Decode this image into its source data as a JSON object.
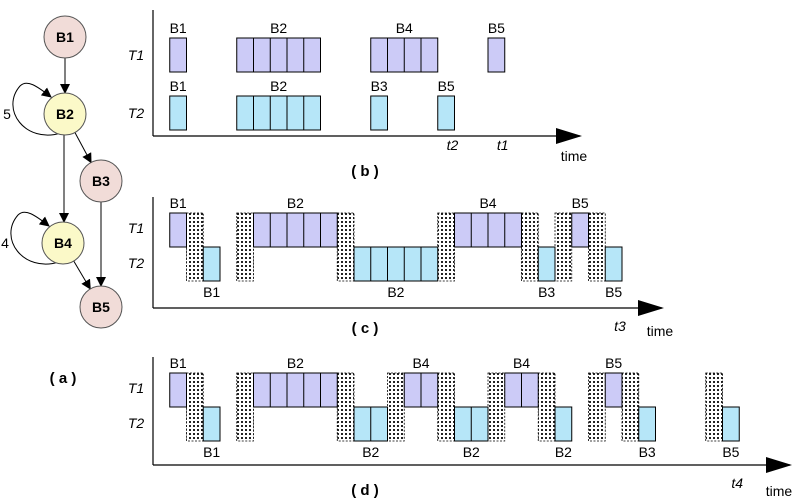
{
  "colors": {
    "t1_fill": "#cccbf7",
    "t2_fill": "#b6e6f8",
    "node_pink": "#f1dcd8",
    "node_yellow": "#fbf9c8",
    "stroke": "#000000"
  },
  "cfg": {
    "caption": "( a )",
    "nodes": [
      {
        "id": "B1",
        "label": "B1",
        "color": "pink"
      },
      {
        "id": "B2",
        "label": "B2",
        "color": "yellow"
      },
      {
        "id": "B3",
        "label": "B3",
        "color": "pink"
      },
      {
        "id": "B4",
        "label": "B4",
        "color": "yellow"
      },
      {
        "id": "B5",
        "label": "B5",
        "color": "pink"
      }
    ],
    "edges": [
      {
        "from": "B1",
        "to": "B2"
      },
      {
        "from": "B2",
        "to": "B2",
        "label": "5"
      },
      {
        "from": "B2",
        "to": "B3"
      },
      {
        "from": "B2",
        "to": "B4"
      },
      {
        "from": "B4",
        "to": "B4",
        "label": "4"
      },
      {
        "from": "B4",
        "to": "B5"
      },
      {
        "from": "B3",
        "to": "B5"
      }
    ]
  },
  "panels": [
    {
      "id": "b",
      "caption": "( b )",
      "row_labels": [
        "T1",
        "T2"
      ],
      "axis_label": "time",
      "markers": [
        {
          "label": "t2",
          "at": 17
        },
        {
          "label": "t1",
          "at": 20
        }
      ],
      "blocks": [
        {
          "row": "T1",
          "label": "B1",
          "start": 1,
          "units": 1
        },
        {
          "row": "T1",
          "label": "B2",
          "start": 5,
          "units": 5
        },
        {
          "row": "T1",
          "label": "B4",
          "start": 13,
          "units": 4
        },
        {
          "row": "T1",
          "label": "B5",
          "start": 20,
          "units": 1
        },
        {
          "row": "T2",
          "label": "B1",
          "start": 1,
          "units": 1
        },
        {
          "row": "T2",
          "label": "B2",
          "start": 5,
          "units": 5
        },
        {
          "row": "T2",
          "label": "B3",
          "start": 13,
          "units": 1
        },
        {
          "row": "T2",
          "label": "B5",
          "start": 17,
          "units": 1
        }
      ],
      "switches": []
    },
    {
      "id": "c",
      "caption": "( c )",
      "row_labels": [
        "T1",
        "T2"
      ],
      "axis_label": "time",
      "markers": [
        {
          "label": "t3",
          "at": 27
        }
      ],
      "blocks": [
        {
          "row": "T1",
          "label": "B1",
          "start": 1,
          "units": 1
        },
        {
          "row": "T2",
          "label": "B1",
          "start": 3,
          "units": 1
        },
        {
          "row": "T1",
          "label": "B2",
          "start": 6,
          "units": 5
        },
        {
          "row": "T2",
          "label": "B2",
          "start": 12,
          "units": 5
        },
        {
          "row": "T1",
          "label": "B4",
          "start": 18,
          "units": 4
        },
        {
          "row": "T2",
          "label": "B3",
          "start": 23,
          "units": 1
        },
        {
          "row": "T1",
          "label": "B5",
          "start": 25,
          "units": 1
        },
        {
          "row": "T2",
          "label": "B5",
          "start": 27,
          "units": 1
        }
      ],
      "switches": [
        2,
        5,
        11,
        17,
        22,
        24,
        26
      ]
    },
    {
      "id": "d",
      "caption": "( d )",
      "row_labels": [
        "T1",
        "T2"
      ],
      "axis_label": "time",
      "markers": [
        {
          "label": "t4",
          "at": 34
        }
      ],
      "blocks": [
        {
          "row": "T1",
          "label": "B1",
          "start": 1,
          "units": 1
        },
        {
          "row": "T2",
          "label": "B1",
          "start": 3,
          "units": 1
        },
        {
          "row": "T1",
          "label": "B2",
          "start": 6,
          "units": 5
        },
        {
          "row": "T2",
          "label": "B2",
          "start": 12,
          "units": 2
        },
        {
          "row": "T1",
          "label": "B4",
          "start": 15,
          "units": 2
        },
        {
          "row": "T2",
          "label": "B2",
          "start": 18,
          "units": 2
        },
        {
          "row": "T1",
          "label": "B4",
          "start": 21,
          "units": 2
        },
        {
          "row": "T2",
          "label": "B2",
          "start": 24,
          "units": 1
        },
        {
          "row": "T1",
          "label": "B5",
          "start": 27,
          "units": 1
        },
        {
          "row": "T2",
          "label": "B3",
          "start": 29,
          "units": 1
        },
        {
          "row": "T2",
          "label": "B5",
          "start": 34,
          "units": 1
        }
      ],
      "switches": [
        2,
        5,
        11,
        14,
        17,
        20,
        23,
        26,
        28,
        33
      ]
    }
  ]
}
